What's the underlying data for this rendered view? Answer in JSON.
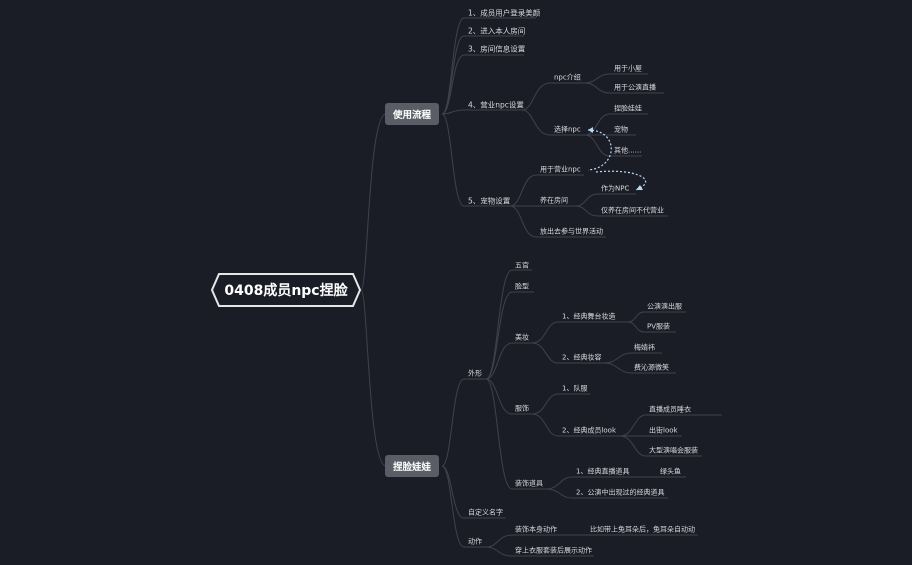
{
  "root": {
    "label": "0408成员npc捏脸"
  },
  "branches": [
    {
      "id": "flow",
      "label": "使用流程"
    },
    {
      "id": "face",
      "label": "捏脸娃娃"
    }
  ],
  "nodes": {
    "f1": "1、成员用户登录美颜",
    "f2": "2、进入本人房间",
    "f3": "3、房间信息设置",
    "f4": "4、营业npc设置",
    "f4_intro": "npc介绍",
    "f4_intro_a": "用于小屋",
    "f4_intro_b": "用于公演直播",
    "f4_select": "选择npc",
    "f4_sel_a": "捏脸娃娃",
    "f4_sel_b": "宠物",
    "f4_sel_c": "其他......",
    "f5": "5、宠物设置",
    "f5_biz": "用于营业npc",
    "f5_room": "养在房间",
    "f5_room_a": "作为NPC",
    "f5_room_b": "仅养在房间不代营业",
    "f5_out": "放出去参与世界活动",
    "w_look": "外形",
    "w_facial": "五官",
    "w_shape": "脸型",
    "w_makeup": "美妆",
    "w_mk1": "1、经典舞台妆造",
    "w_mk1_a": "公演演出服",
    "w_mk1_b": "PV服装",
    "w_mk2": "2、经典妆容",
    "w_mk2_a": "梅婧祎",
    "w_mk2_b": "费沁源微笑",
    "w_cloth": "服饰",
    "w_cl1": "1、队服",
    "w_cl2": "2、经典成员look",
    "w_cl2_a": "直播成员睡衣",
    "w_cl2_b": "出街look",
    "w_cl2_c": "大型演唱会服装",
    "w_prop": "装饰道具",
    "w_pr1": "1、经典直播道具",
    "w_pr1_a": "绿头鱼",
    "w_pr2": "2、公演中出现过的经典道具",
    "w_name": "自定义名字",
    "w_action": "动作",
    "w_ac1": "装饰本身动作",
    "w_ac1_a": "比如带上兔耳朵后，兔耳朵自动动",
    "w_ac2": "穿上衣服套装后展示动作"
  },
  "colors": {
    "background": "#1b1d26",
    "line": "#3f424c",
    "branch_fill": "#5a5d66",
    "root_border": "#e6e6e6",
    "dotted_link": "#b9d9f0",
    "text": "#d8d9de"
  }
}
